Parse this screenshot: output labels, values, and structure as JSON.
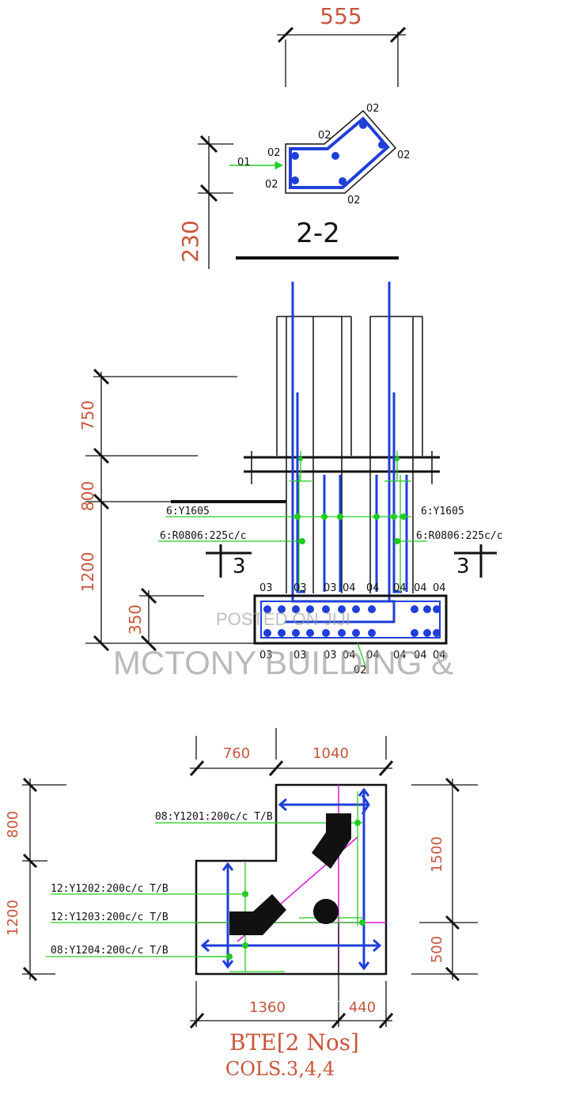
{
  "colors": {
    "black": "#111111",
    "rebar": "#1f3fd8",
    "dim": "#c8553b",
    "green": "#22cc22",
    "magenta": "#d818d8",
    "watermark": "#9a9a9a"
  },
  "section": {
    "title": "2-2",
    "width_dim": "555",
    "height_dim": "230",
    "bar_mark_main": "01",
    "bar_marks": [
      "02",
      "02",
      "02",
      "02",
      "02",
      "02"
    ]
  },
  "elevation": {
    "dims": [
      "750",
      "800",
      "1200",
      "350"
    ],
    "labels": {
      "left_main": "6:Y1605",
      "left_links": "6:R0806:225c/c",
      "right_main": "6:Y1605",
      "right_links": "6:R0806:225c/c"
    },
    "section_mark": "3",
    "top_marks": [
      "03",
      "03",
      "03",
      "04",
      "04",
      "04",
      "04",
      "04"
    ],
    "bottom_marks": [
      "03",
      "03",
      "03",
      "04",
      "04",
      "04",
      "04",
      "04"
    ],
    "center_mark": "02"
  },
  "plan": {
    "top_dims": [
      "760",
      "1040"
    ],
    "bottom_dims": [
      "1360",
      "440"
    ],
    "left_dims": [
      "800",
      "1200"
    ],
    "right_dims": [
      "1500",
      "500"
    ],
    "labels": [
      "08:Y1201:200c/c T/B",
      "12:Y1202:200c/c T/B",
      "12:Y1203:200c/c T/B",
      "08:Y1204:200c/c T/B"
    ],
    "title": "BTE[2 Nos]",
    "subtitle": "COLS.3,4,4"
  },
  "watermark": {
    "line1": "POSTED ON JIJI",
    "line2": "MCTONY BUILDING &"
  }
}
